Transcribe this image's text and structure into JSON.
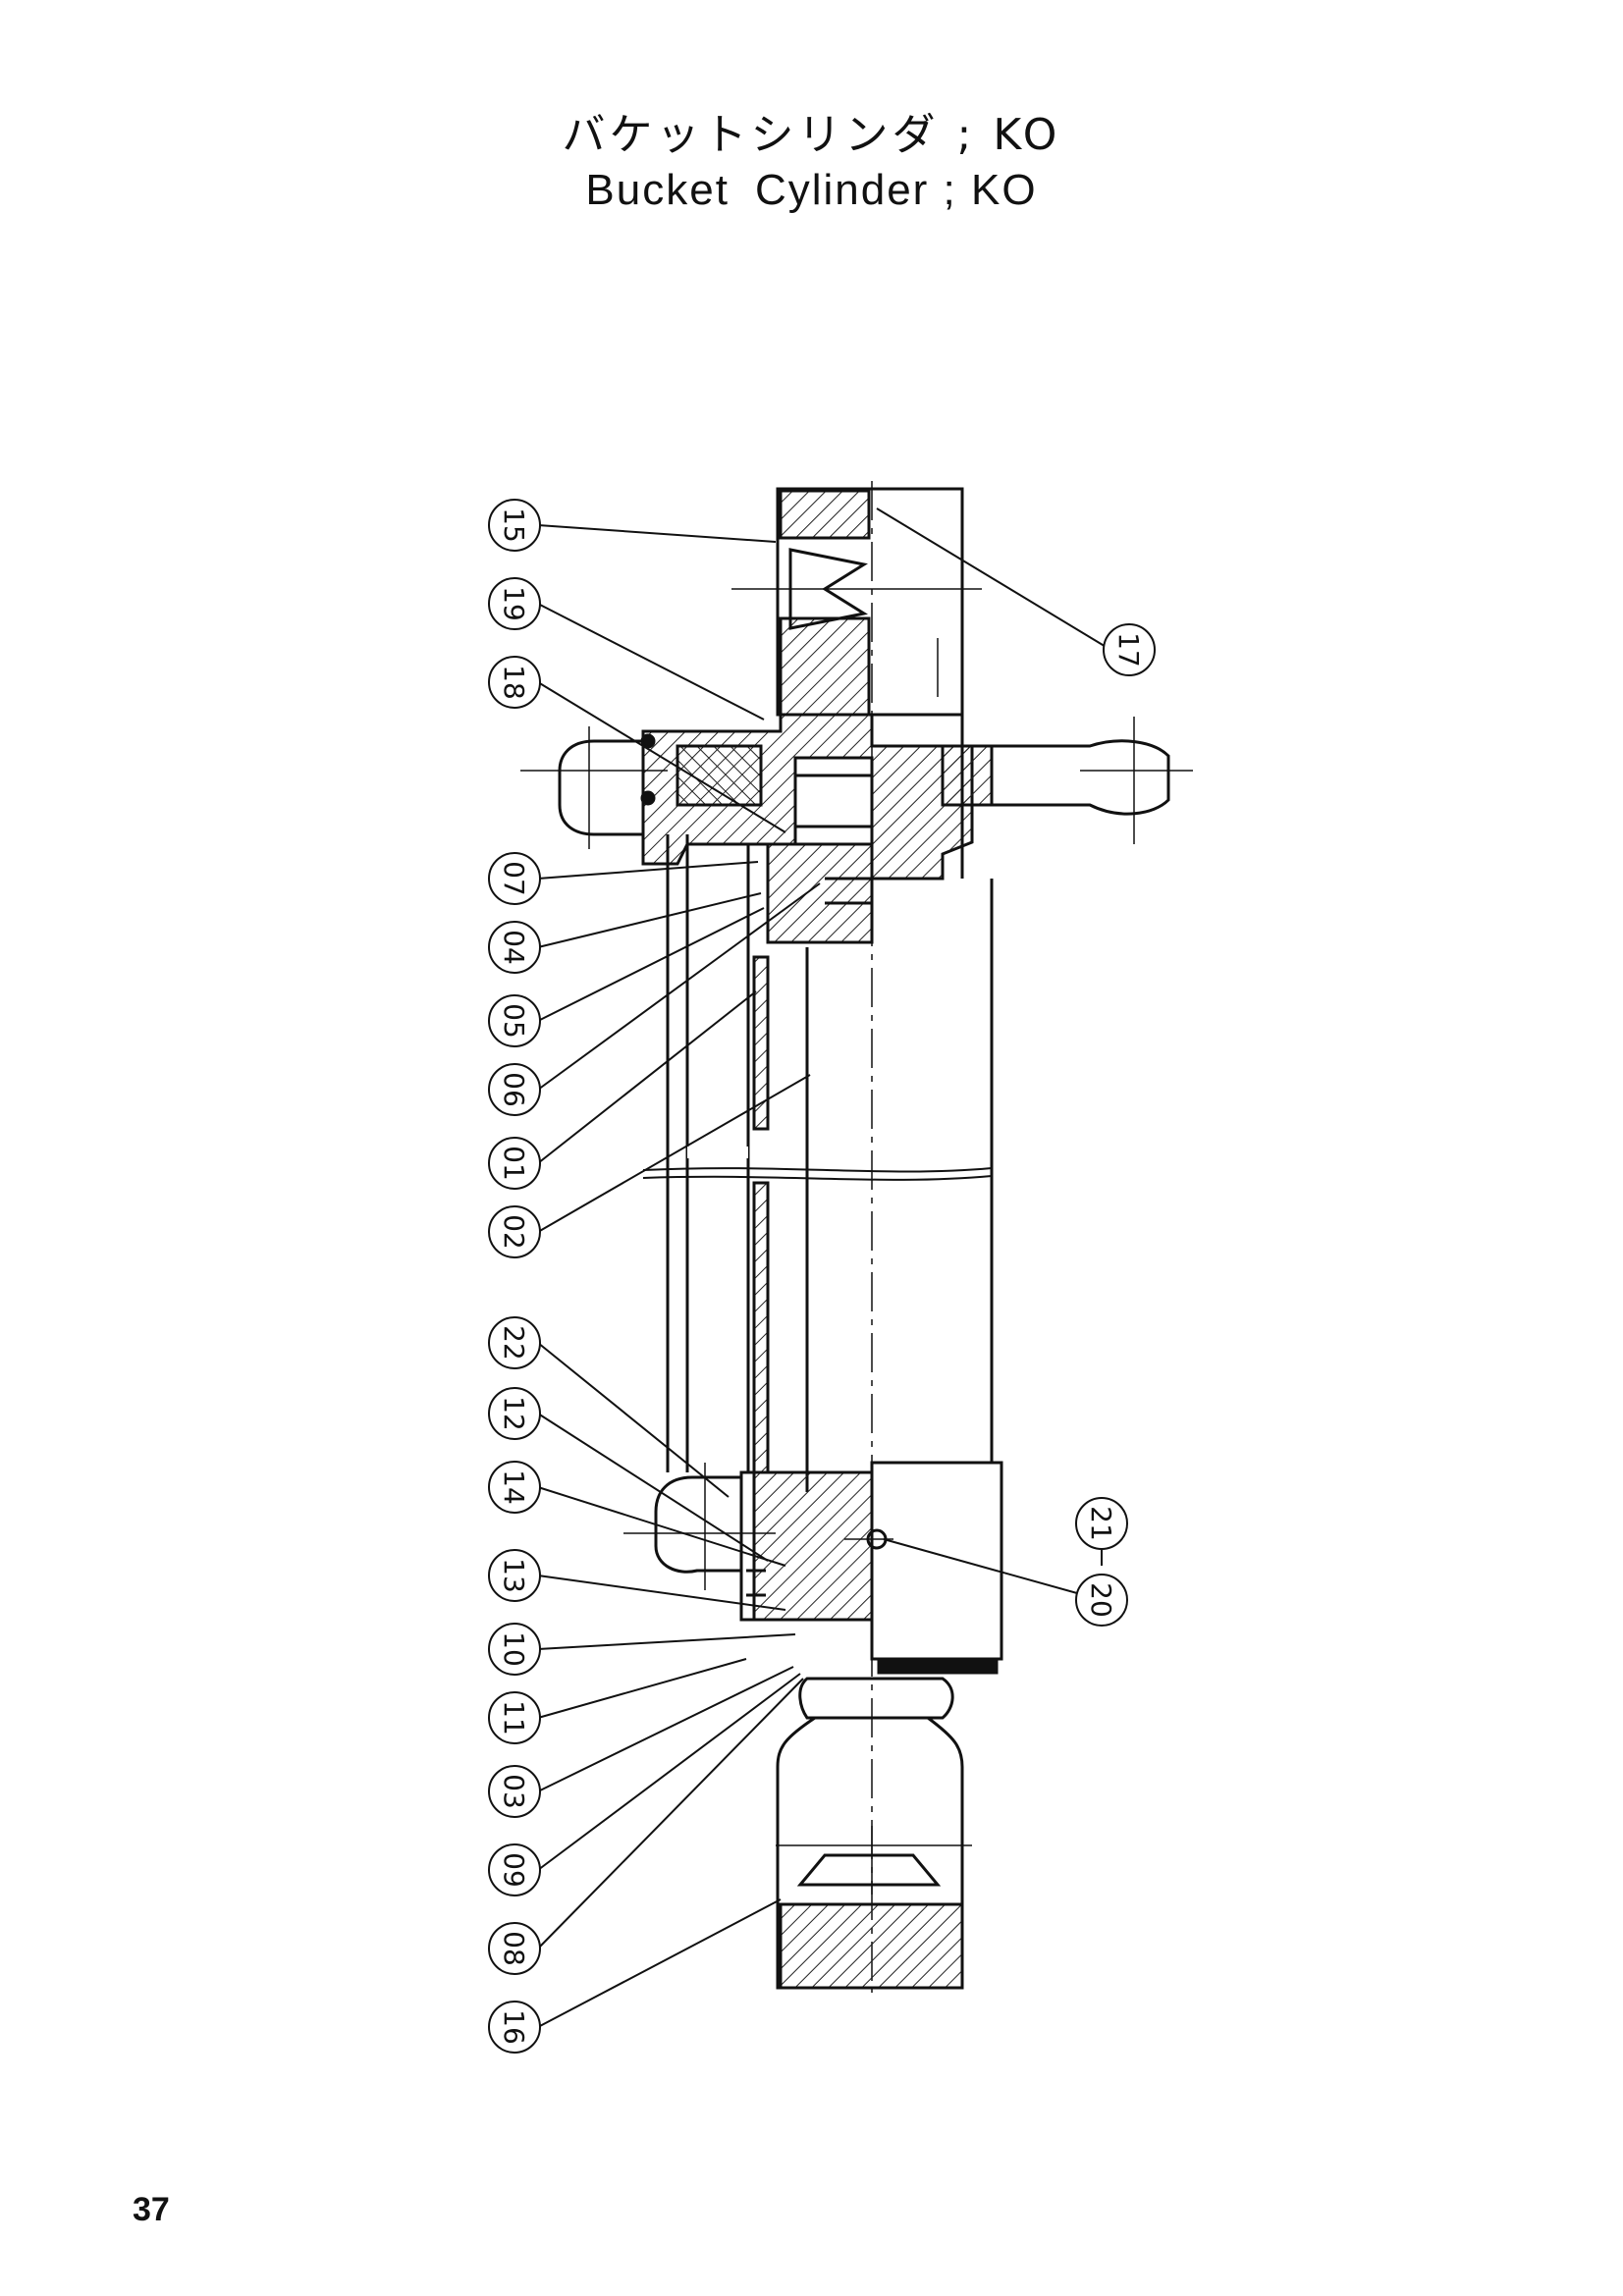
{
  "title": {
    "jp": "バケットシリンダ ; KO",
    "en_word1": "Bucket",
    "en_word2": "Cylinder ; KO"
  },
  "callouts_left": [
    "15",
    "19",
    "18",
    "07",
    "04",
    "05",
    "06",
    "01",
    "02",
    "22",
    "12",
    "14",
    "13",
    "10",
    "11",
    "03",
    "09",
    "08",
    "16"
  ],
  "callouts_right": [
    "17",
    "20",
    "21"
  ],
  "page_number": "37"
}
